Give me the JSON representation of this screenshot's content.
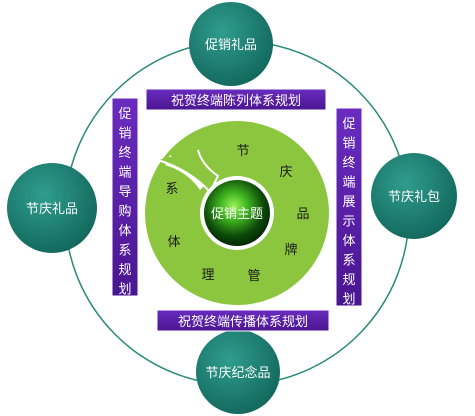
{
  "nodes": {
    "top": "促销礼品",
    "left": "节庆礼品",
    "right": "节庆礼包",
    "bottom": "节庆纪念品"
  },
  "banners": {
    "top": "祝贺终端陈列体系规划",
    "bottom": "祝贺终端传播体系规划",
    "left": "促销终端导购体系规划",
    "right": "促销终端展示体系规划"
  },
  "ring_chars": [
    "节",
    "庆",
    "品",
    "牌",
    "管",
    "理",
    "体",
    "系"
  ],
  "core": "促销主题",
  "colors": {
    "node": "#1e7f72",
    "banner": "#5b1fa8",
    "ring": "#8cc63f",
    "orbit": "#2a8a7a"
  }
}
